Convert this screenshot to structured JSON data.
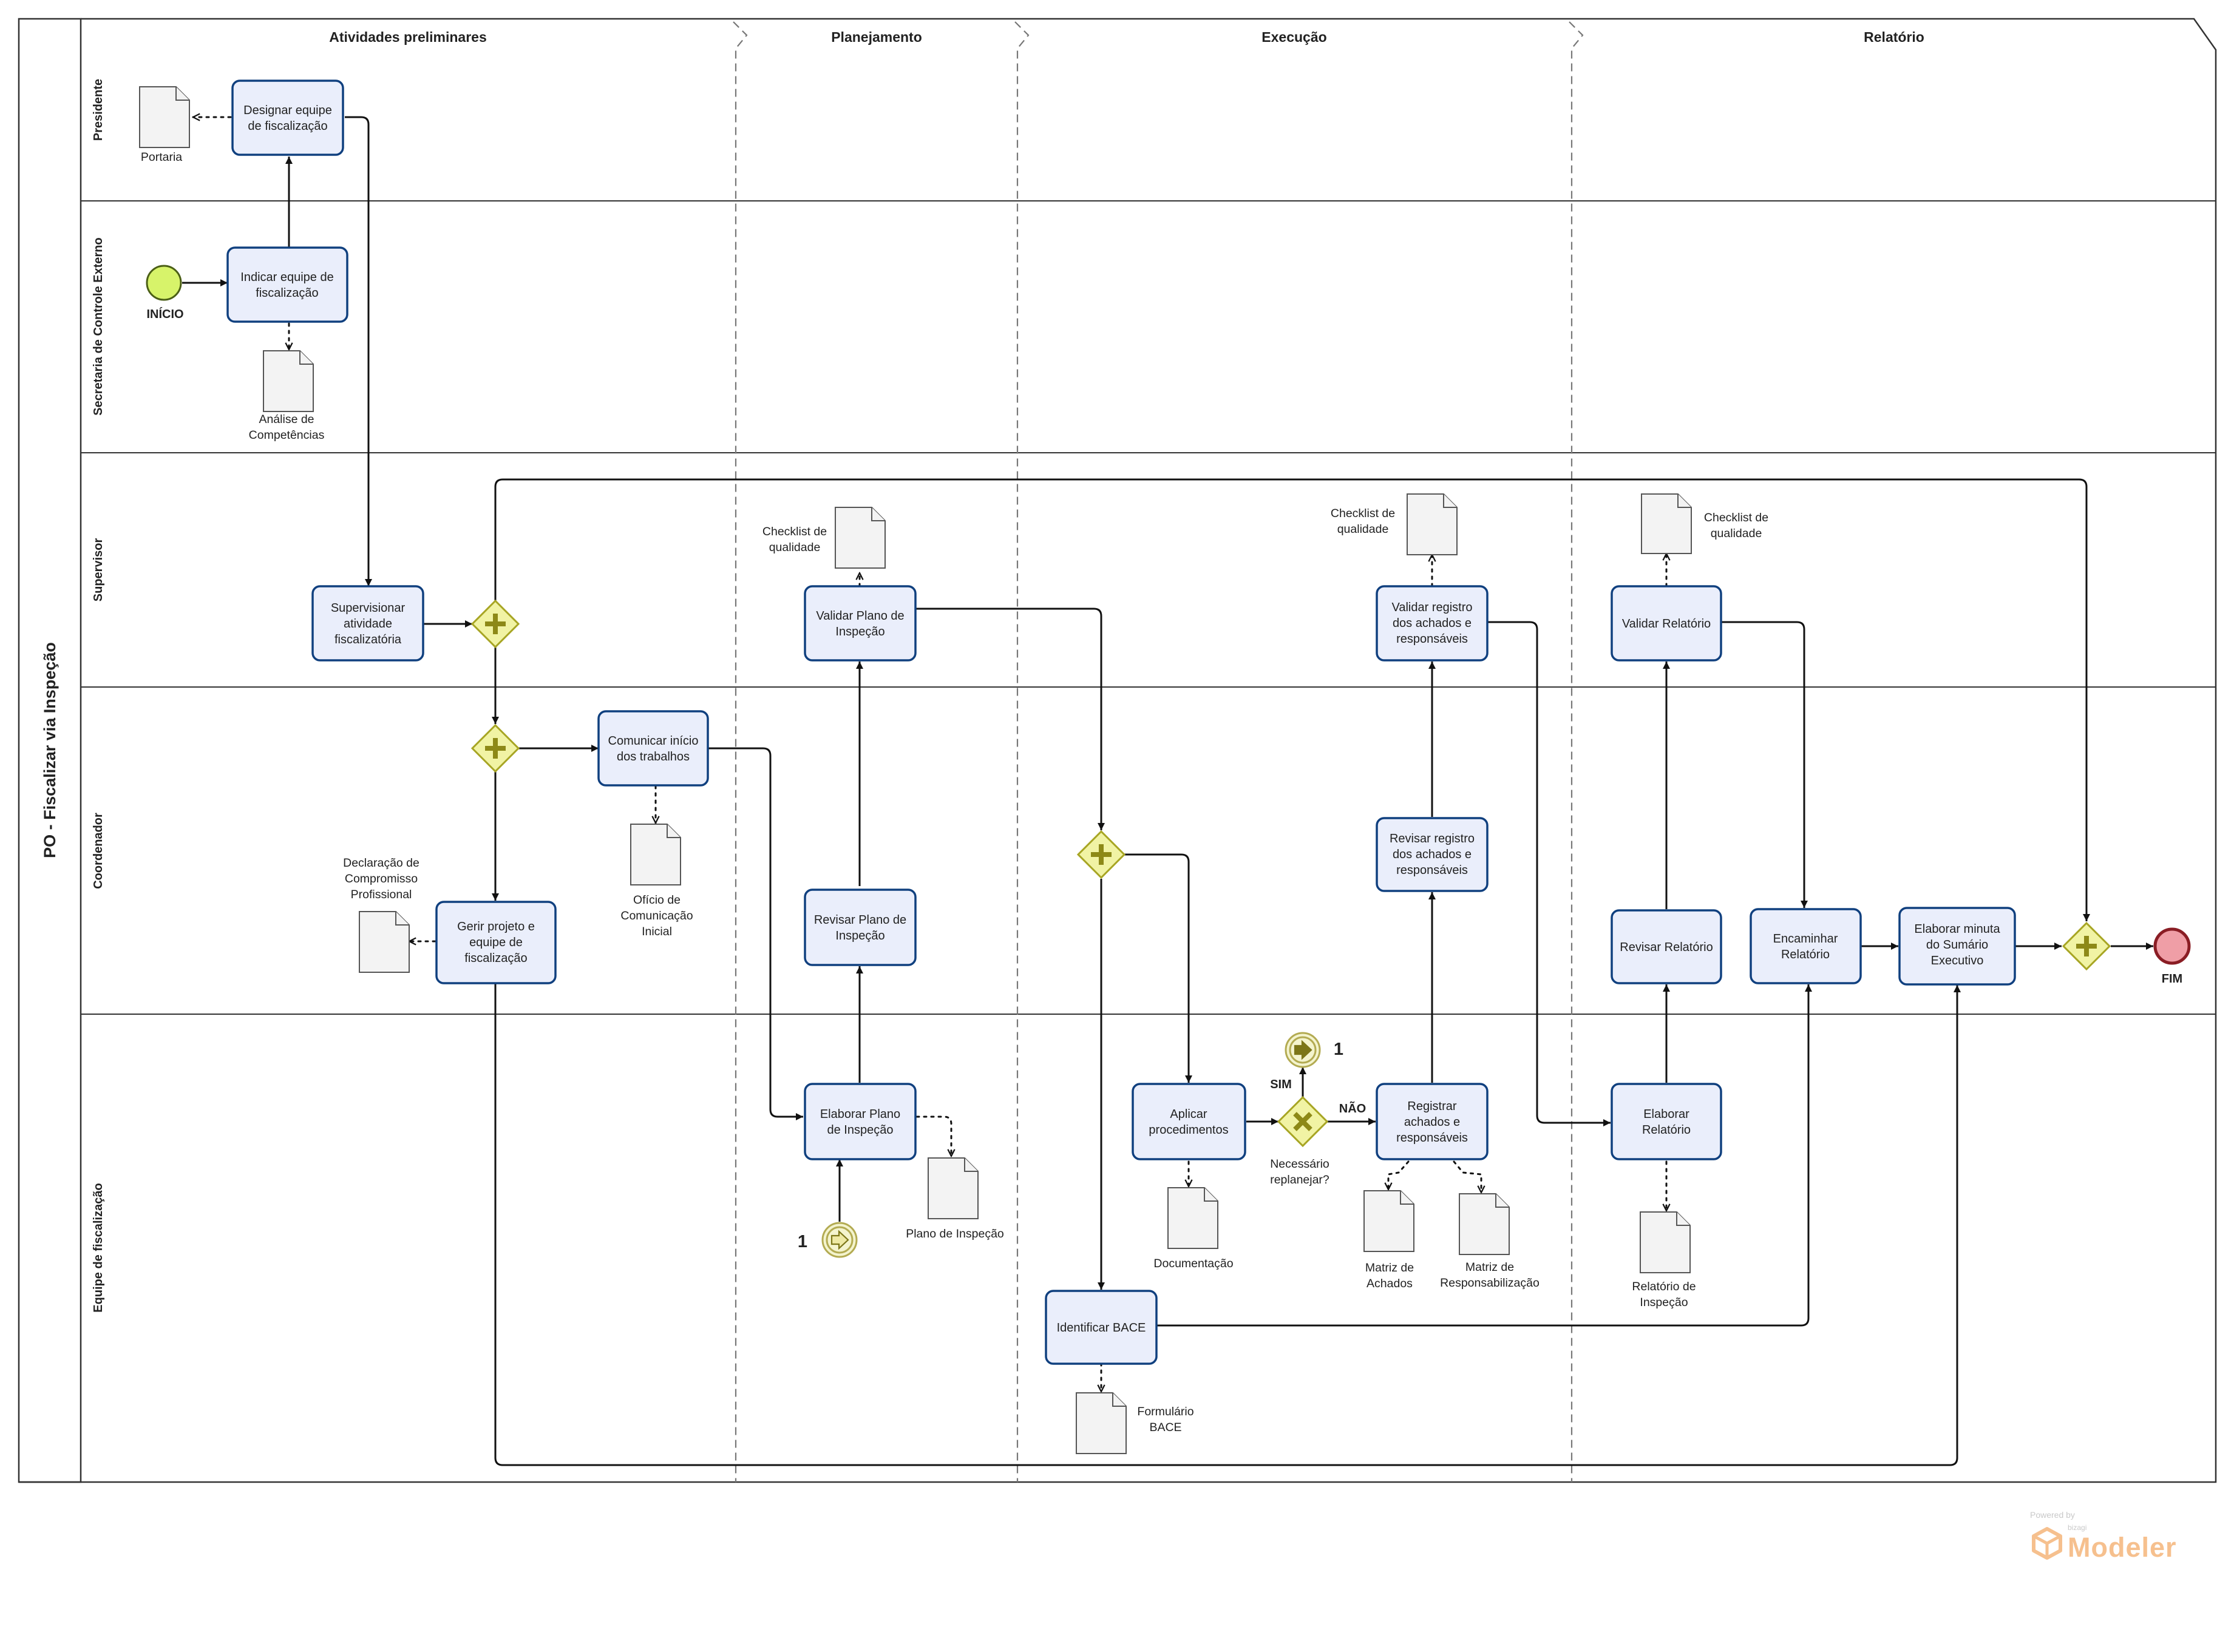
{
  "pool": {
    "title": "PO - Fiscalizar via Inspeção"
  },
  "phases": [
    "Atividades preliminares",
    "Planejamento",
    "Execução",
    "Relatório"
  ],
  "lanes": [
    "Presidente",
    "Secretaria de Controle Externo",
    "Supervisor",
    "Coordenador",
    "Equipe de fiscalização"
  ],
  "events": {
    "start_label": "INÍCIO",
    "end_label": "FIM",
    "link_label_1": "1",
    "link_label_2": "1"
  },
  "tasks": {
    "designar": [
      "Designar equipe",
      "de fiscalização"
    ],
    "indicar": [
      "Indicar equipe de",
      "fiscalização"
    ],
    "supervisionar": [
      "Supervisionar",
      "atividade",
      "fiscalizatória"
    ],
    "comunicar": [
      "Comunicar início",
      "dos trabalhos"
    ],
    "gerir": [
      "Gerir projeto e",
      "equipe de",
      "fiscalização"
    ],
    "validar_plano": [
      "Validar Plano de",
      "Inspeção"
    ],
    "revisar_plano": [
      "Revisar Plano de",
      "Inspeção"
    ],
    "elaborar_plano": [
      "Elaborar Plano",
      "de Inspeção"
    ],
    "aplicar": [
      "Aplicar",
      "procedimentos"
    ],
    "identificar": [
      "Identificar BACE"
    ],
    "registrar": [
      "Registrar",
      "achados e",
      "responsáveis"
    ],
    "revisar_registro": [
      "Revisar registro",
      "dos achados e",
      "responsáveis"
    ],
    "validar_registro": [
      "Validar registro",
      "dos achados e",
      "responsáveis"
    ],
    "validar_relatorio": [
      "Validar Relatório"
    ],
    "revisar_relatorio": [
      "Revisar Relatório"
    ],
    "elaborar_relatorio": [
      "Elaborar",
      "Relatório"
    ],
    "encaminhar": [
      "Encaminhar",
      "Relatório"
    ],
    "elaborar_minuta": [
      "Elaborar minuta",
      "do Sumário",
      "Executivo"
    ]
  },
  "documents": {
    "portaria": [
      "Portaria"
    ],
    "analise": [
      "Análise de",
      "Competências"
    ],
    "checklist_1": [
      "Checklist de",
      "qualidade"
    ],
    "checklist_2": [
      "Checklist de",
      "qualidade"
    ],
    "checklist_3": [
      "Checklist de",
      "qualidade"
    ],
    "oficio": [
      "Ofício de",
      "Comunicação",
      "Inicial"
    ],
    "declaracao": [
      "Declaração de",
      "Compromisso",
      "Profissional"
    ],
    "plano": [
      "Plano de Inspeção"
    ],
    "documentacao": [
      "Documentação"
    ],
    "formulario": [
      "Formulário",
      "BACE"
    ],
    "matriz_achados": [
      "Matriz de",
      "Achados"
    ],
    "matriz_resp": [
      "Matriz de",
      "Responsabilização"
    ],
    "relatorio": [
      "Relatório de",
      "Inspeção"
    ]
  },
  "gateway": {
    "question": [
      "Necessário",
      "replanejar?"
    ],
    "yes_label": "SIM",
    "no_label": "NÃO"
  },
  "branding": {
    "powered_by": "Powered by",
    "vendor": "bizagi",
    "product": "Modeler"
  }
}
